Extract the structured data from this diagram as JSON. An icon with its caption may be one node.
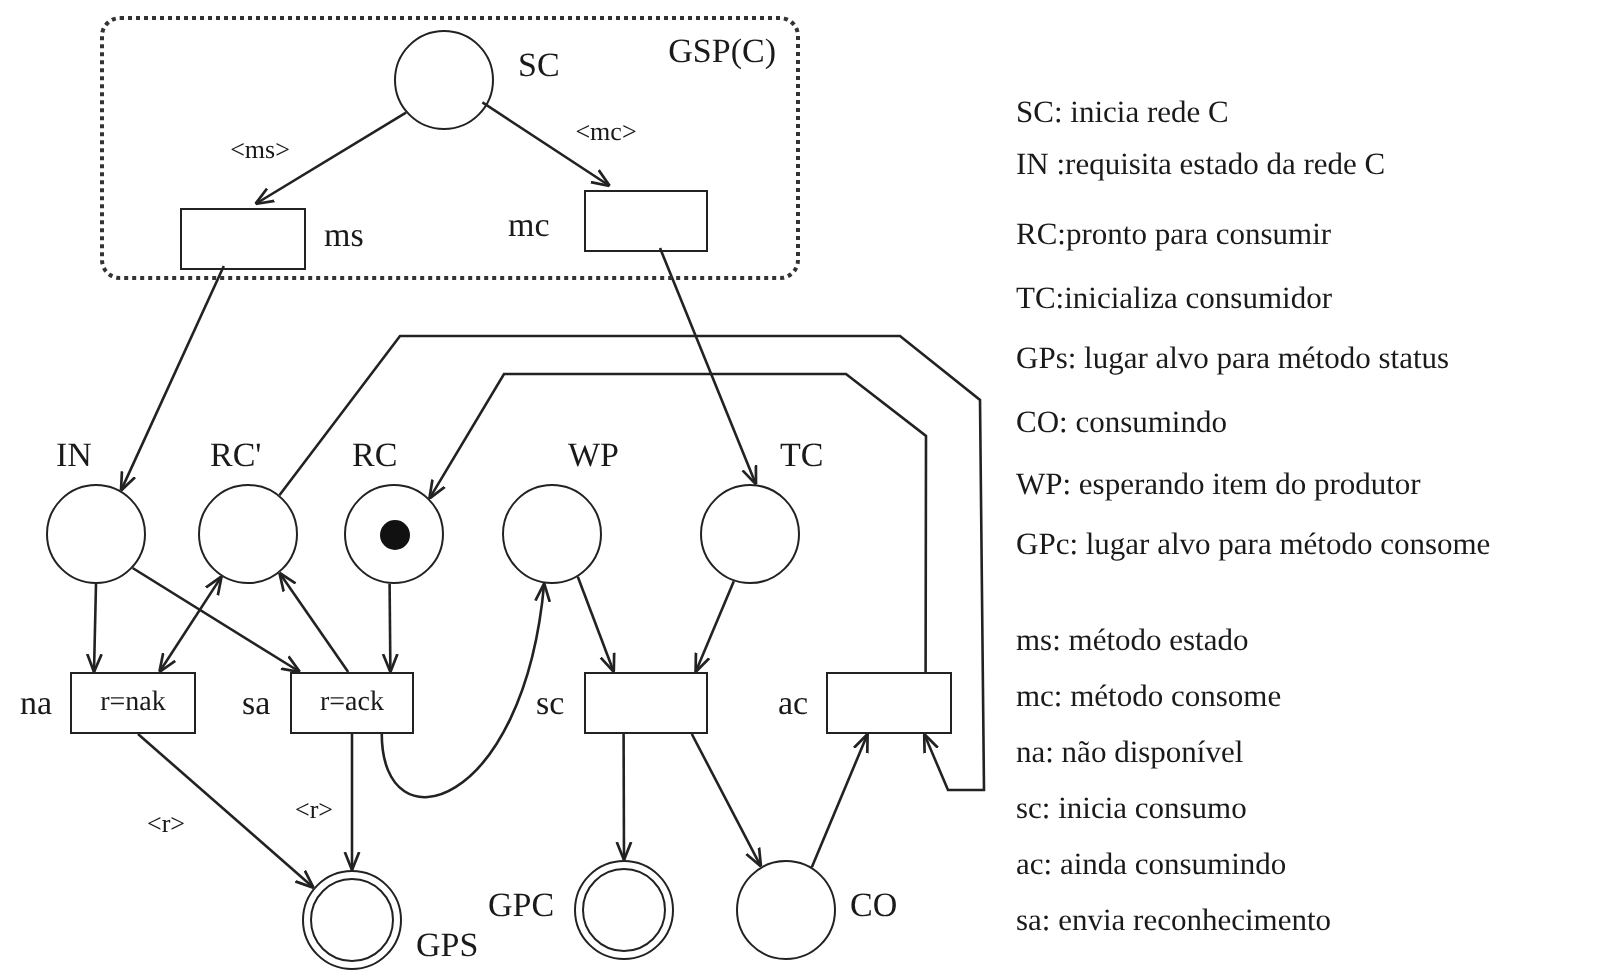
{
  "diagram": {
    "nodes": [
      {
        "text": [
          "GSP(C)"
        ]
      },
      {
        "text": [],
        "shape": "circle",
        "in": 0,
        "beside": [
          "SC"
        ]
      },
      {
        "text": [],
        "shape": "box",
        "in": 0,
        "beside": [
          "ms"
        ]
      },
      {
        "text": [],
        "shape": "box",
        "in": 0,
        "beside": [
          "mc"
        ]
      },
      {
        "text": [],
        "shape": "circle",
        "beside": [
          "IN"
        ]
      },
      {
        "text": [],
        "shape": "circle",
        "beside": [
          "RC'"
        ]
      },
      {
        "text": [],
        "shape": "circle",
        "beside": [
          "RC"
        ]
      },
      {
        "text": [],
        "shape": "circle",
        "beside": [
          "WP"
        ]
      },
      {
        "text": [],
        "shape": "circle",
        "beside": [
          "TC"
        ]
      },
      {
        "text": [
          "r=nak"
        ],
        "beside": [
          "na"
        ]
      },
      {
        "text": [
          "r=ack"
        ],
        "beside": [
          "sa"
        ]
      },
      {
        "text": [],
        "shape": "box",
        "beside": [
          "sc"
        ]
      },
      {
        "text": [],
        "shape": "box",
        "beside": [
          "ac"
        ]
      },
      {
        "text": [],
        "shape": "circle",
        "beside": [
          "GPS"
        ]
      },
      {
        "text": [],
        "shape": "circle",
        "beside": [
          "GPC"
        ]
      },
      {
        "text": [],
        "shape": "circle",
        "beside": [
          "CO"
        ]
      }
    ],
    "edges": [
      {
        "from": 1,
        "to": 2,
        "arrow": "to",
        "label": "<ms>"
      },
      {
        "from": 1,
        "to": 3,
        "arrow": "to",
        "label": "<mc>"
      },
      {
        "from": 2,
        "to": 4,
        "arrow": "to"
      },
      {
        "from": 3,
        "to": 8,
        "arrow": "to"
      },
      {
        "from": 4,
        "to": 9,
        "arrow": "to"
      },
      {
        "from": 4,
        "to": 10,
        "arrow": "to"
      },
      {
        "from": 5,
        "to": 9,
        "arrow": "both"
      },
      {
        "from": 10,
        "to": 5,
        "arrow": "to"
      },
      {
        "from": 6,
        "to": 10,
        "arrow": "to"
      },
      {
        "from": 10,
        "to": 7,
        "arrow": "to"
      },
      {
        "from": 7,
        "to": 11,
        "arrow": "to"
      },
      {
        "from": 8,
        "to": 11,
        "arrow": "to"
      },
      {
        "from": 5,
        "to": 12,
        "arrow": "to"
      },
      {
        "from": 12,
        "to": 6,
        "arrow": "to"
      },
      {
        "from": 11,
        "to": 14,
        "arrow": "to"
      },
      {
        "from": 11,
        "to": 15,
        "arrow": "to"
      },
      {
        "from": 15,
        "to": 12,
        "arrow": "to"
      },
      {
        "from": 9,
        "to": 13,
        "arrow": "to",
        "label": "<r>"
      },
      {
        "from": 10,
        "to": 13,
        "arrow": "to",
        "label": "<r>"
      }
    ],
    "labels": [
      "SC: inicia rede C",
      "IN :requisita estado da rede C",
      "RC:pronto para consumir",
      "TC:inicializa consumidor",
      "GPs: lugar alvo para método status",
      "CO: consumindo",
      "WP: esperando item do produtor",
      "GPc: lugar alvo para método consome",
      "ms: método estado",
      "mc: método consome",
      "na: não disponível",
      "sc: inicia consumo",
      "ac: ainda consumindo",
      "sa: envia reconhecimento"
    ]
  }
}
